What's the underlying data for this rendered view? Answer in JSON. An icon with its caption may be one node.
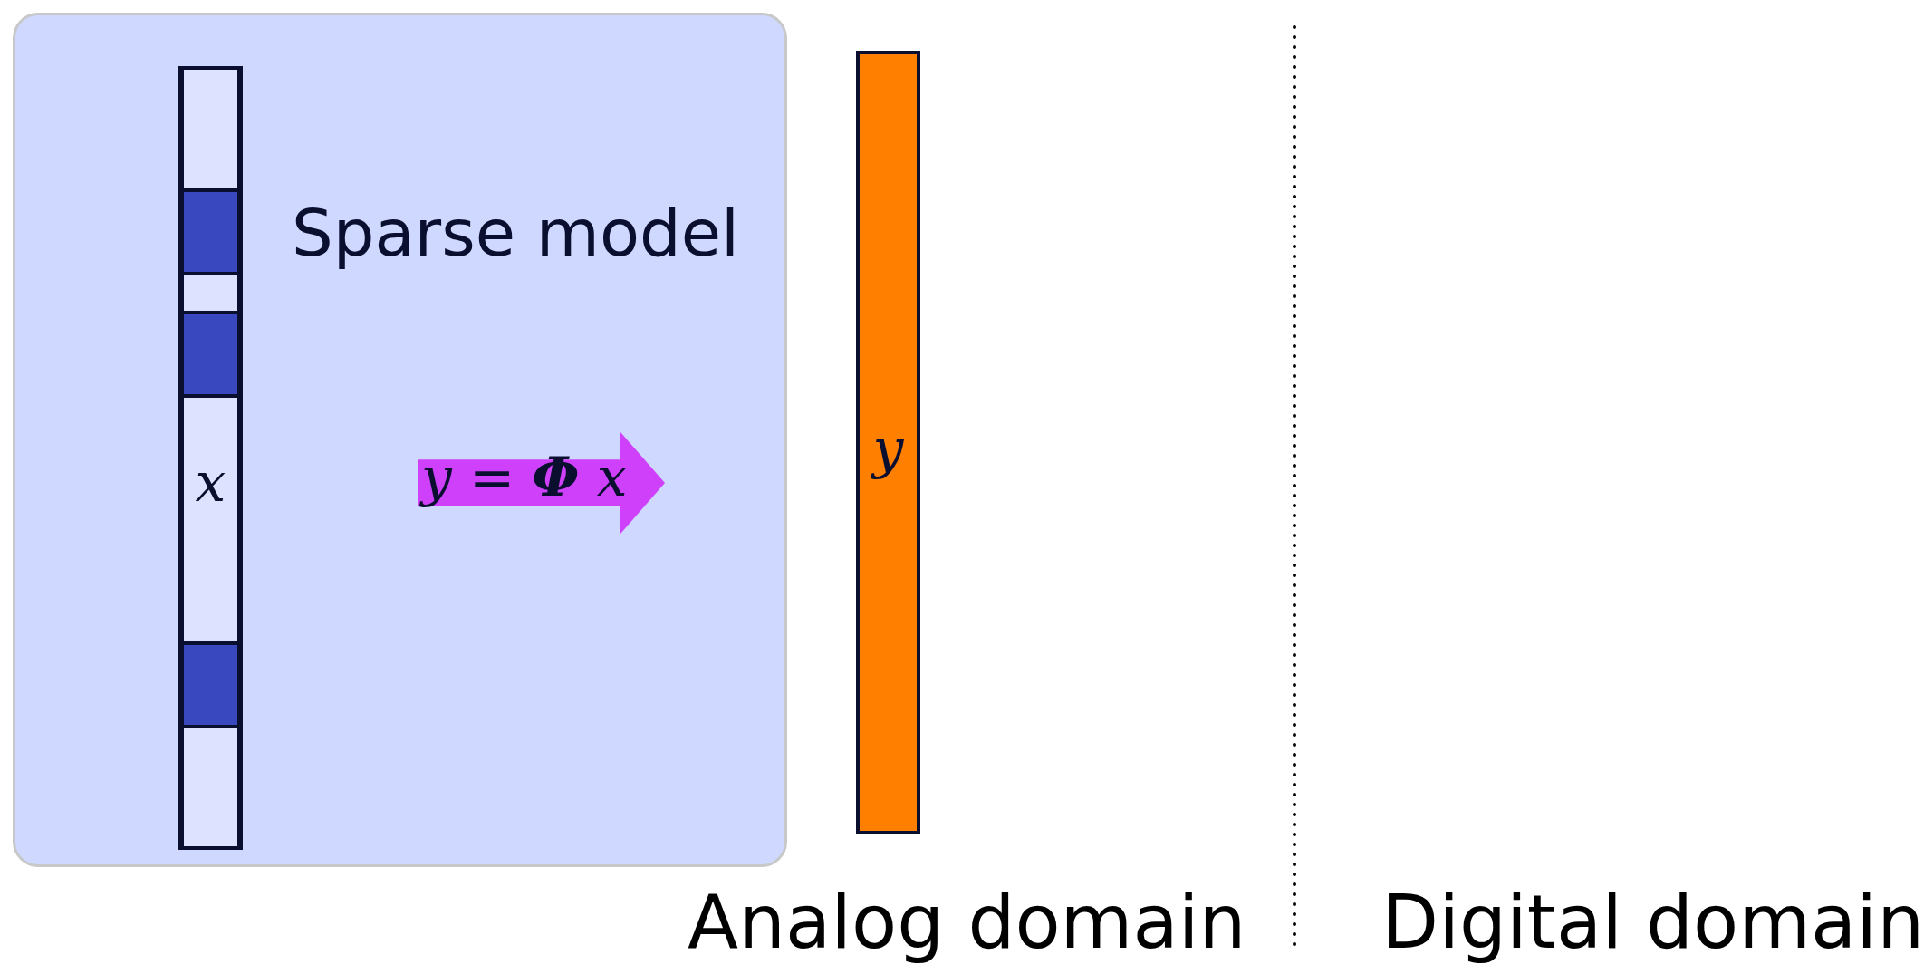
{
  "diagram": {
    "nodes": [
      {
        "text": [
          "Sparse model"
        ]
      },
      {
        "text": [
          "x"
        ],
        "in": 0
      },
      {
        "text": [
          "*y* = **Φ** *x*"
        ],
        "in": 0
      },
      {
        "text": [
          "y"
        ]
      }
    ],
    "labels": [
      "Analog domain",
      "Digital domain"
    ]
  }
}
